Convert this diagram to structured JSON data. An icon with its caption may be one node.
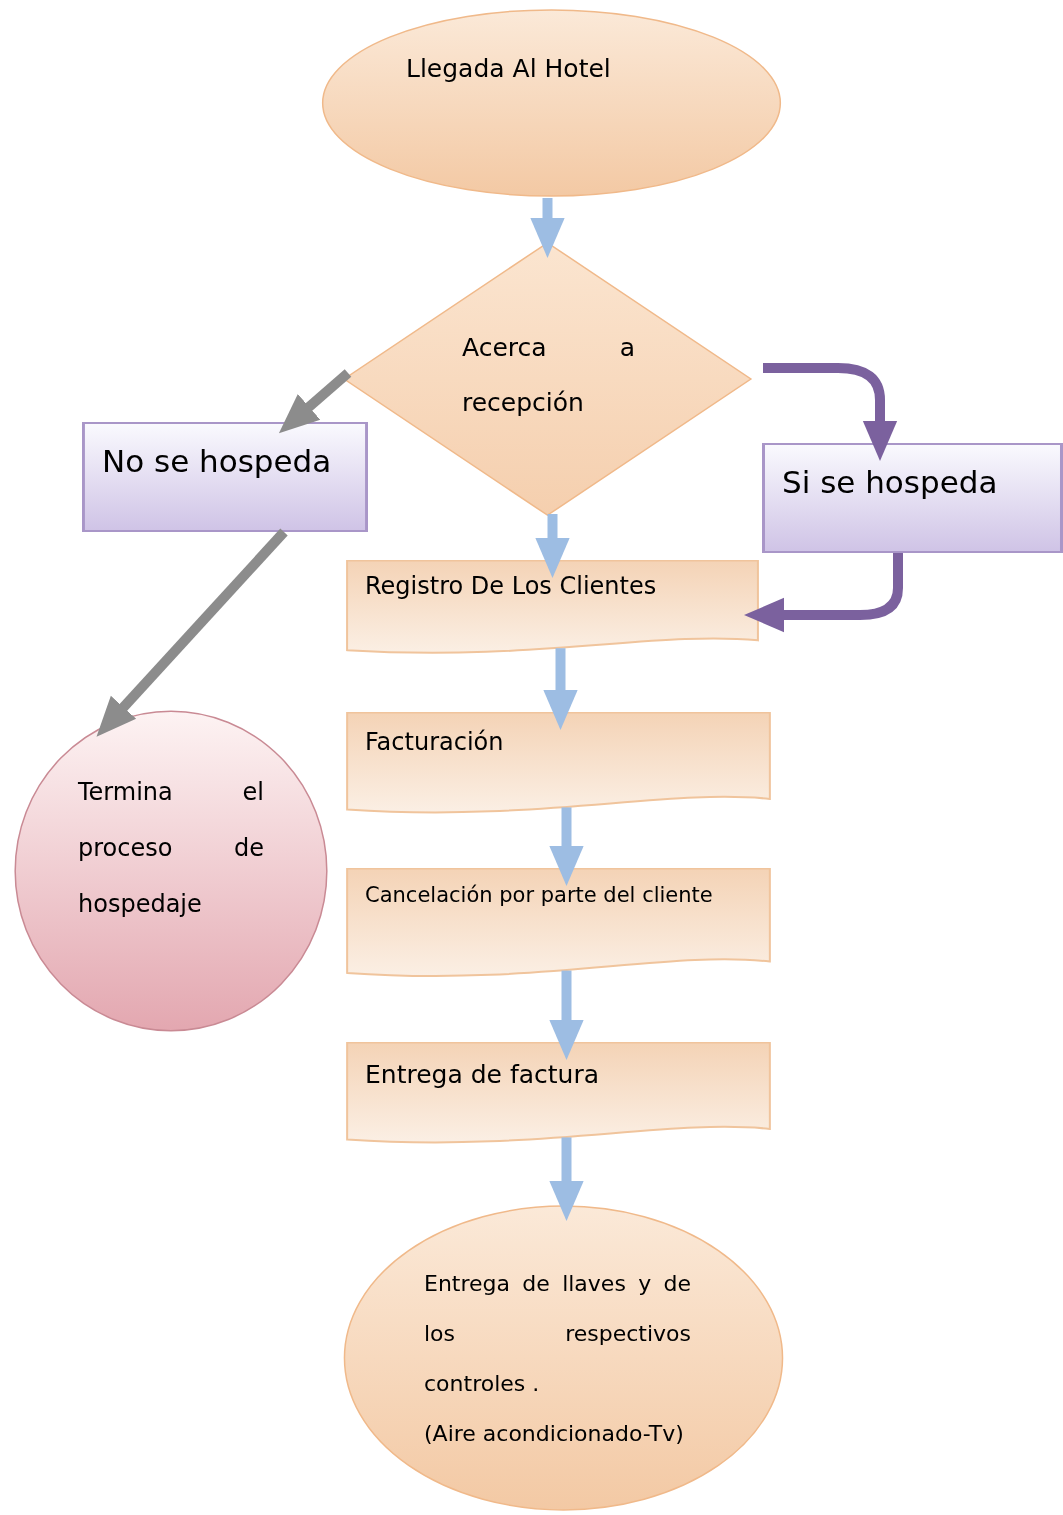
{
  "diagram": {
    "nodes": [
      {
        "text": [
          "Llegada Al Hotel"
        ]
      },
      {
        "text": [
          "Acerca a recepción"
        ]
      },
      {
        "text": [
          "No se hospeda"
        ]
      },
      {
        "text": [
          "Si se hospeda"
        ]
      },
      {
        "text": [
          "Registro De Los Clientes"
        ]
      },
      {
        "text": [
          "Facturación"
        ]
      },
      {
        "text": [
          "Cancelación por parte del cliente"
        ]
      },
      {
        "text": [
          "Entrega de factura"
        ]
      },
      {
        "text": [
          "Termina el proceso de hospedaje"
        ]
      },
      {
        "text": [
          "Entrega de llaves y de los respectivos controles .",
          "(Aire acondicionado-Tv)"
        ]
      }
    ],
    "edges": [
      {
        "from": 0,
        "to": 1,
        "arrow": "to"
      },
      {
        "from": 1,
        "to": 2,
        "arrow": "to",
        "color": "#8c8c8c"
      },
      {
        "from": 1,
        "to": 3,
        "arrow": "to",
        "color": "#7b619e"
      },
      {
        "from": 3,
        "to": 4,
        "arrow": "to",
        "color": "#7b619e"
      },
      {
        "from": 1,
        "to": 4,
        "arrow": "to"
      },
      {
        "from": 2,
        "to": 8,
        "arrow": "to",
        "color": "#8c8c8c"
      },
      {
        "from": 4,
        "to": 5,
        "arrow": "to"
      },
      {
        "from": 5,
        "to": 6,
        "arrow": "to"
      },
      {
        "from": 6,
        "to": 7,
        "arrow": "to"
      },
      {
        "from": 7,
        "to": 9,
        "arrow": "to"
      }
    ]
  }
}
